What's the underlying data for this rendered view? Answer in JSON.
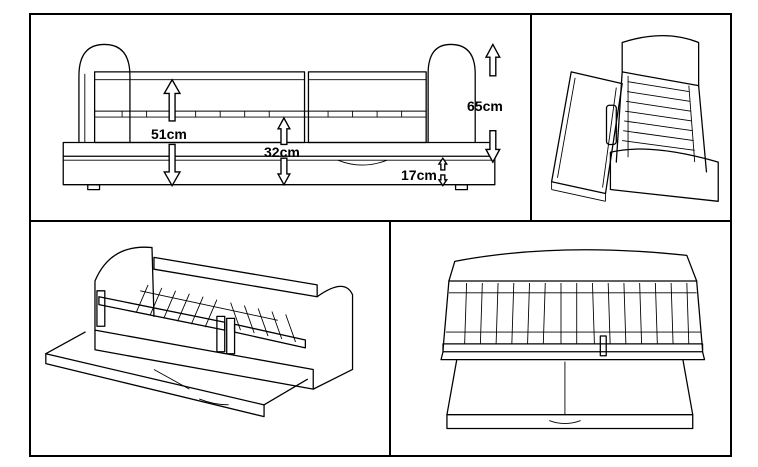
{
  "dimensions": {
    "height_total": "65cm",
    "height_mattress_top": "51cm",
    "height_frame": "32cm",
    "height_drawer": "17cm"
  },
  "views": [
    {
      "name": "front-elevation-dimensioned"
    },
    {
      "name": "side-perspective"
    },
    {
      "name": "front-perspective-drawer-open"
    },
    {
      "name": "top-perspective-slats"
    }
  ]
}
